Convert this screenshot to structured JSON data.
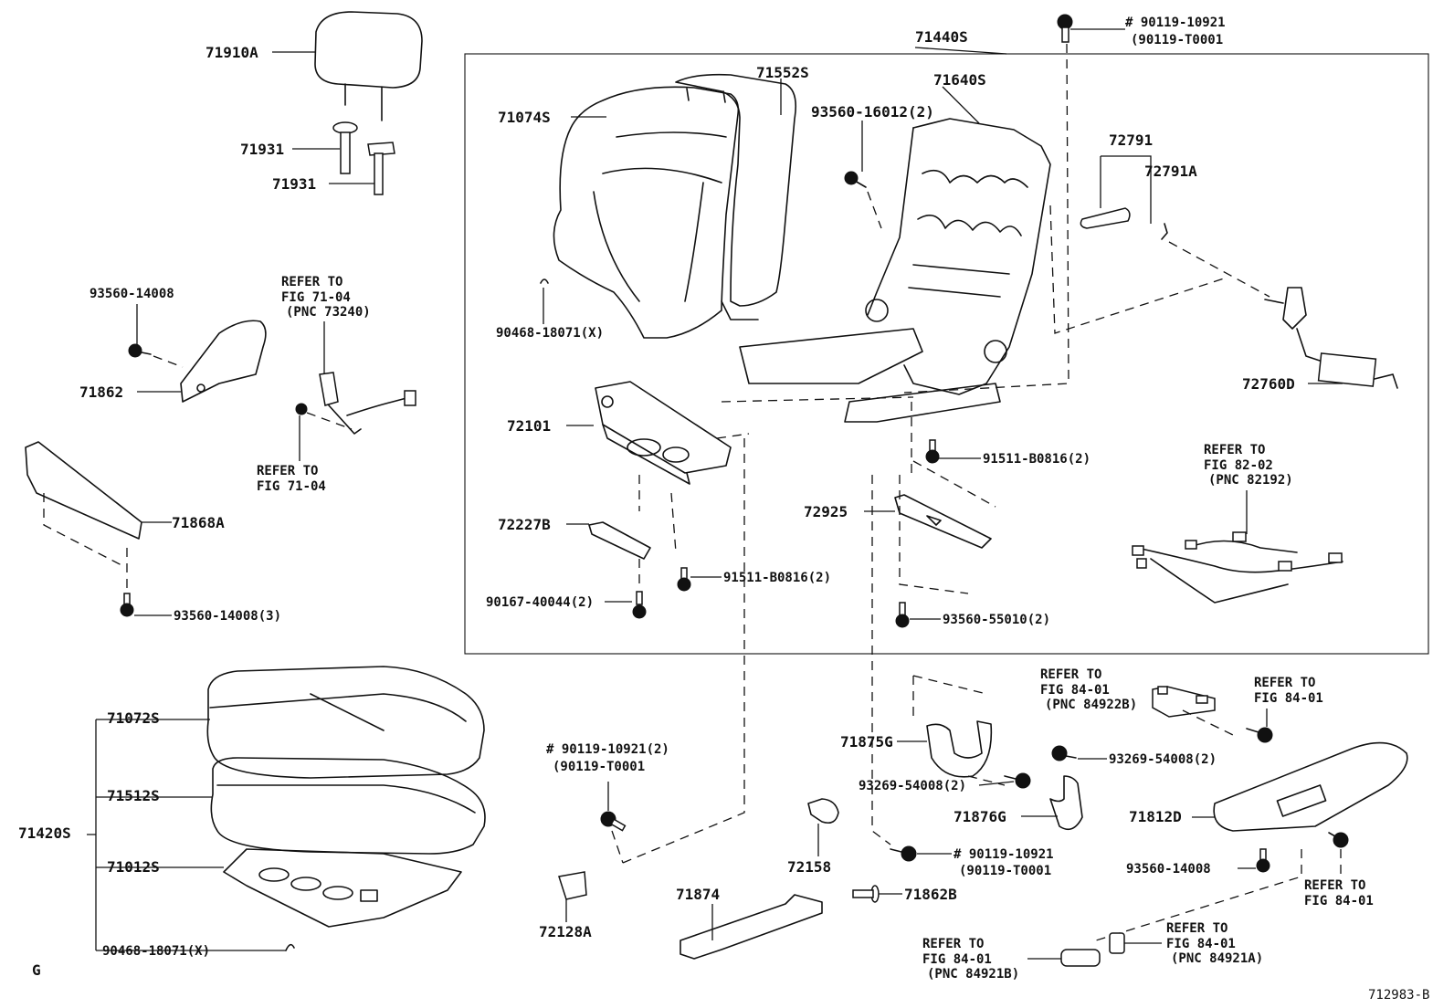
{
  "diagram": {
    "image_code": "712983-B",
    "corner_mark": "G",
    "labels": {
      "headrest": "71910A",
      "headrest_support_1": "71931",
      "headrest_support_2": "71931",
      "frame_group": "71440S",
      "bolt_top": "# 90119-10921",
      "bolt_top_alt": "(90119-T0001",
      "back_spring": "71552S",
      "back_frame": "71640S",
      "back_cover": "71074S",
      "screw_back": "93560-16012(2)",
      "lumbar_91": "72791",
      "lumbar_91a": "72791A",
      "hog_ring_back": "90468-18071(X)",
      "screw_shield": "93560-14008",
      "shield_inner": "71862",
      "refer_belt_title": "REFER TO",
      "refer_belt_fig": "FIG 71-04",
      "refer_belt_pnc": "(PNC 73240)",
      "refer_belt2_title": "REFER TO",
      "refer_belt2_fig": "FIG 71-04",
      "adjuster": "72101",
      "lumbar_motor": "72760D",
      "bolt_91511_a": "91511-B0816(2)",
      "refer_wire_title": "REFER TO",
      "refer_wire_fig": "FIG 82-02",
      "refer_wire_pnc": "(PNC 82192)",
      "cover_front": "71868A",
      "bracket_72227": "72227B",
      "bracket_72925": "72925",
      "bolt_91511_b": "91511-B0816(2)",
      "nut_90167": "90167-40044(2)",
      "screw_shield_3": "93560-14008(3)",
      "screw_93560_55010": "93560-55010(2)",
      "cushion_cover": "71072S",
      "cushion_pad": "71512S",
      "cushion_assy": "71420S",
      "cushion_frame": "71012S",
      "hog_ring_cushion": "90468-18071(X)",
      "bolt_mid": "# 90119-10921(2)",
      "bolt_mid_alt": "(90119-T0001",
      "cover_72128": "72128A",
      "refer_switch_title": "REFER TO",
      "refer_switch_fig": "FIG 84-01",
      "refer_switch_pnc": "(PNC 84922B)",
      "refer_switch2_title": "REFER TO",
      "refer_switch2_fig": "FIG 84-01",
      "cover_71875": "71875G",
      "screw_93269_a": "93269-54008(2)",
      "screw_93269_b": "93269-54008(2)",
      "cover_71876": "71876G",
      "shield_outer": "71812D",
      "clip_72158": "72158",
      "bolt_low": "# 90119-10921",
      "bolt_low_alt": "(90119-T0001",
      "screw_shield_outer": "93560-14008",
      "refer_shield_title": "REFER TO",
      "refer_shield_fig": "FIG 84-01",
      "cover_71874": "71874",
      "shield_inner_b": "71862B",
      "refer_knob_title": "REFER TO",
      "refer_knob_fig": "FIG 84-01",
      "refer_knob_pnc": "(PNC 84921B)",
      "refer_knob2_title": "REFER TO",
      "refer_knob2_fig": "FIG 84-01",
      "refer_knob2_pnc": "(PNC 84921A)"
    }
  }
}
